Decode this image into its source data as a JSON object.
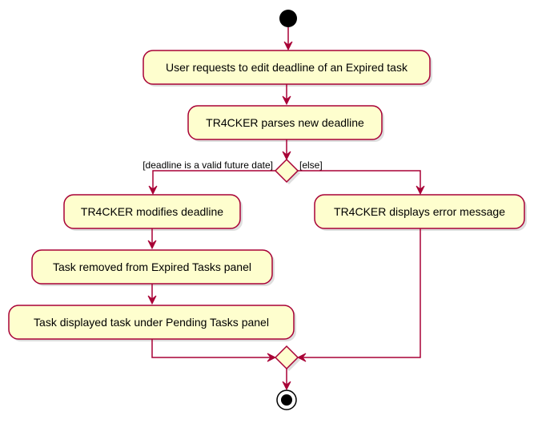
{
  "activities": {
    "request_edit": "User requests to edit deadline of an Expired task",
    "parse_deadline": "TR4CKER parses new deadline",
    "modify_deadline": "TR4CKER modifies deadline",
    "remove_from_expired": "Task removed from Expired Tasks panel",
    "display_under_pending": "Task displayed task under Pending Tasks panel",
    "display_error": "TR4CKER displays error message"
  },
  "guards": {
    "valid": "[deadline is a valid future date]",
    "else": "[else]"
  },
  "colors": {
    "activity_fill": "#fefece",
    "border": "#a80036",
    "text": "#000000",
    "node": "#000000"
  }
}
